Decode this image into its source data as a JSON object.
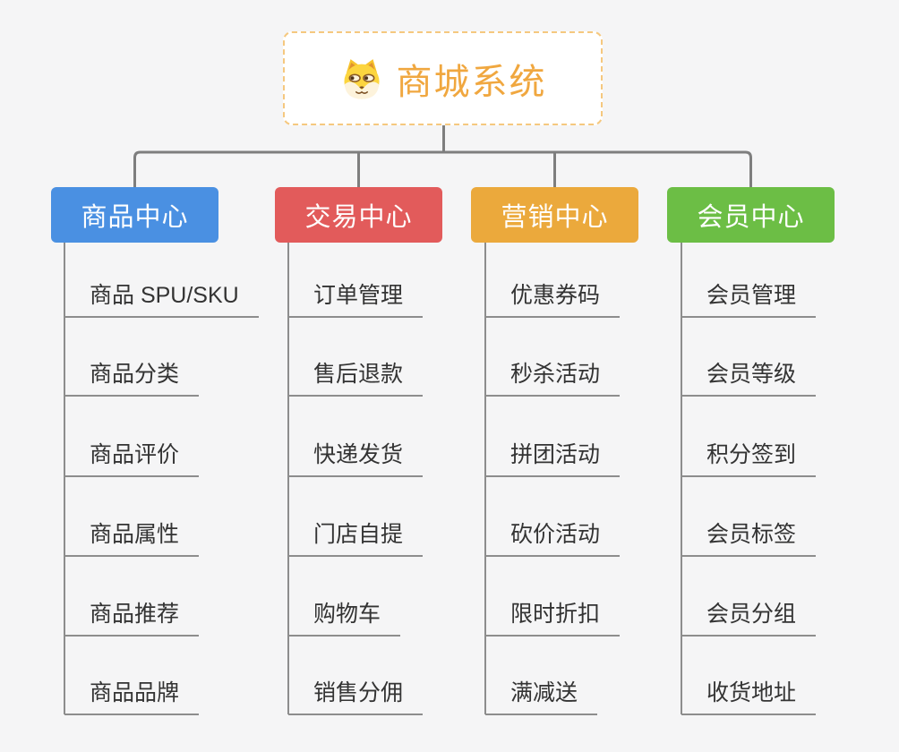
{
  "root": {
    "title": "商城系统",
    "icon": "shiba-dog-icon",
    "title_color": "#f0a73f",
    "border_color": "#f5c87f"
  },
  "branches": [
    {
      "label": "商品中心",
      "color": "#4a90e2",
      "items": [
        "商品 SPU/SKU",
        "商品分类",
        "商品评价",
        "商品属性",
        "商品推荐",
        "商品品牌"
      ]
    },
    {
      "label": "交易中心",
      "color": "#e25b5b",
      "items": [
        "订单管理",
        "售后退款",
        "快递发货",
        "门店自提",
        "购物车",
        "销售分佣"
      ]
    },
    {
      "label": "营销中心",
      "color": "#eba93c",
      "items": [
        "优惠券码",
        "秒杀活动",
        "拼团活动",
        "砍价活动",
        "限时折扣",
        "满减送"
      ]
    },
    {
      "label": "会员中心",
      "color": "#6cbe45",
      "items": [
        "会员管理",
        "会员等级",
        "积分签到",
        "会员标签",
        "会员分组",
        "收货地址"
      ]
    }
  ],
  "lines": {
    "connector_color": "#7e7e7e",
    "underline_color": "#8d8d8d",
    "leaf_text_color": "#333333"
  }
}
